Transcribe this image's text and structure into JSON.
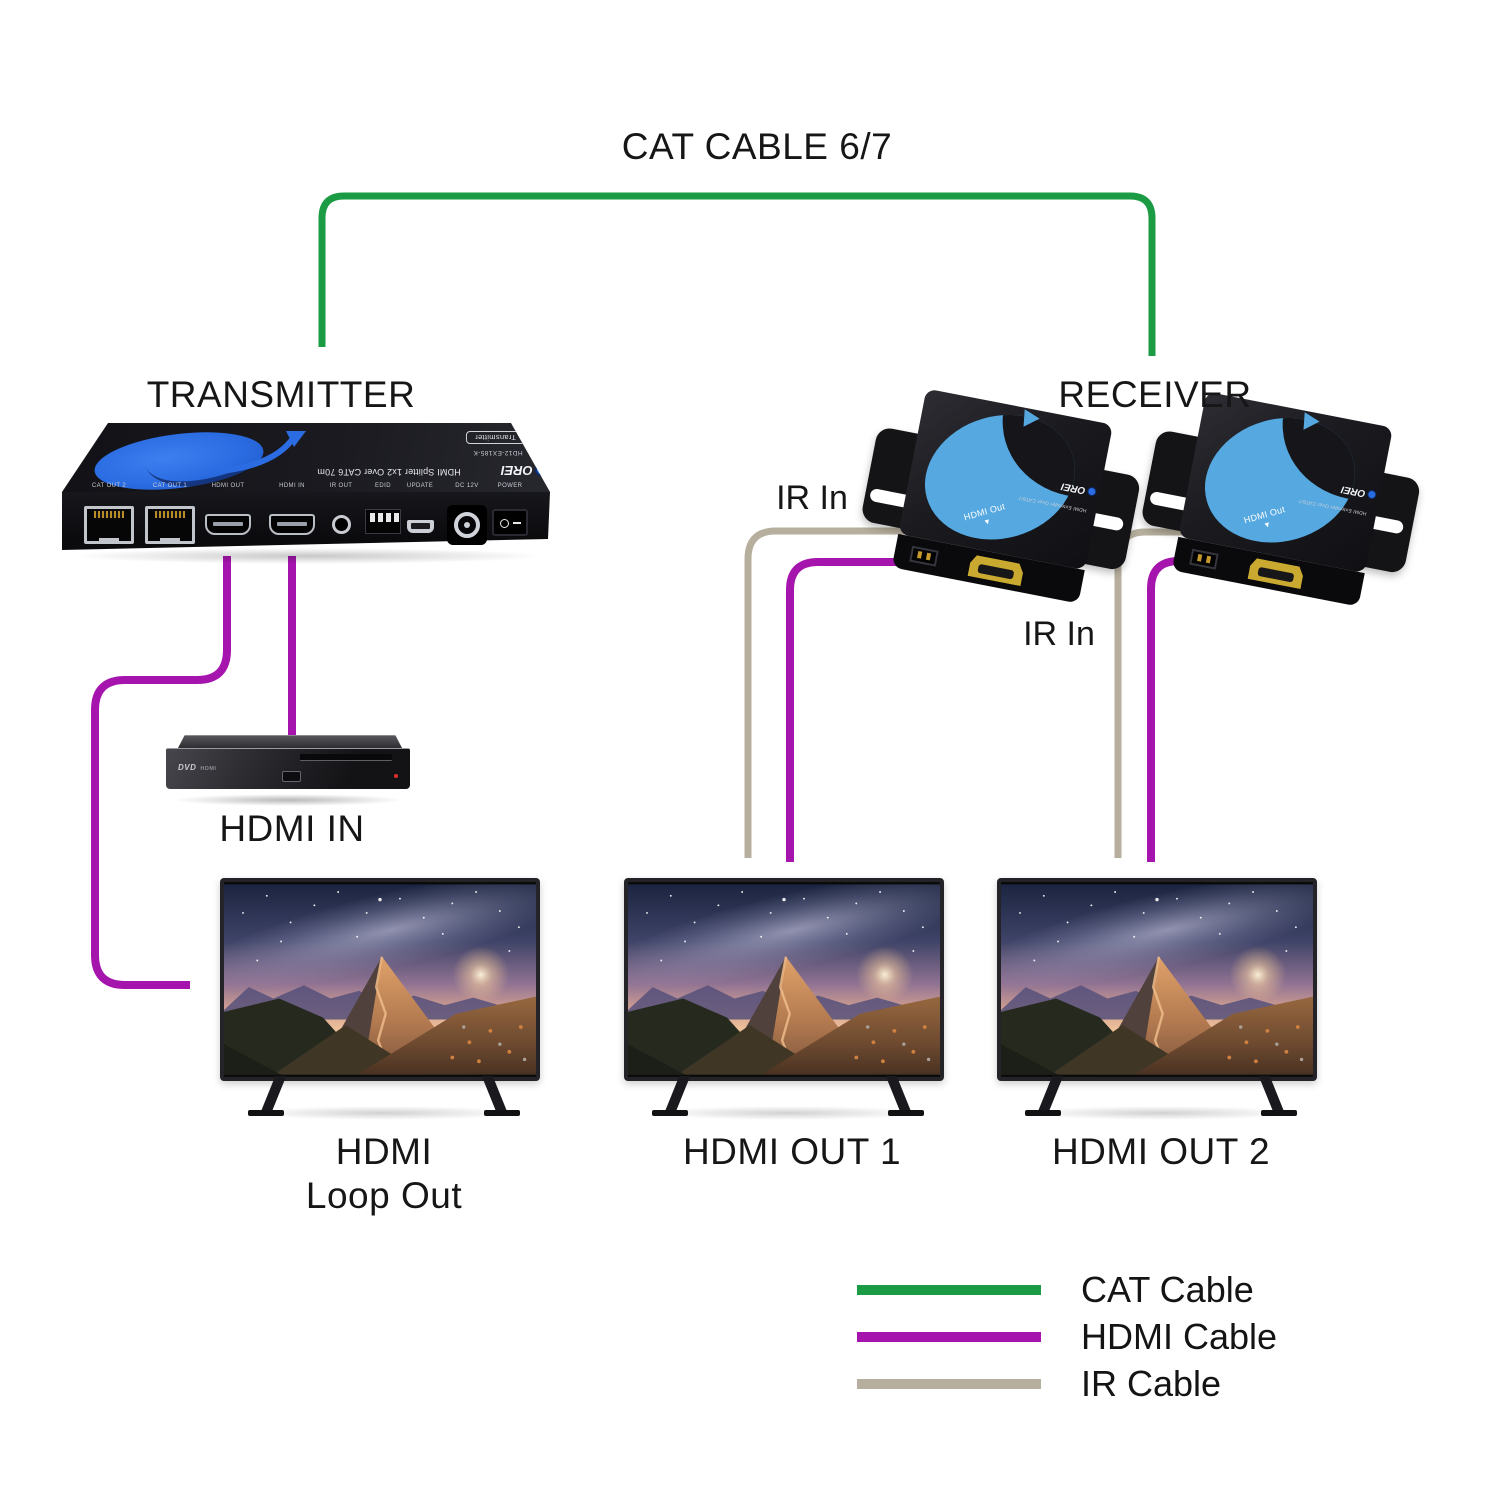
{
  "labels": {
    "cat_cable": "CAT CABLE 6/7",
    "transmitter": "TRANSMITTER",
    "receiver": "RECEIVER",
    "ir_in_left": "IR In",
    "ir_in_right": "IR In",
    "hdmi_in": "HDMI IN",
    "tv_loop_line1": "HDMI",
    "tv_loop_line2": "Loop Out",
    "tv_out1": "HDMI OUT 1",
    "tv_out2": "HDMI OUT 2"
  },
  "transmitter": {
    "brand": "OREI",
    "product_text": "HDMI Splitter 1x2 Over CAT6 70m",
    "model_text": "HD12-EX185-K",
    "badge": "Transmitter",
    "ports": [
      "CAT OUT 2",
      "CAT OUT 1",
      "HDMI OUT",
      "HDMI IN",
      "IR OUT",
      "EDID",
      "UPDATE",
      "DC 12V",
      "POWER"
    ]
  },
  "receiver": {
    "brand": "OREI",
    "hdmi_out": "HDMI Out",
    "side_text": "HDMI Extender Over CAT6/7"
  },
  "dvd": {
    "logo": "DVD",
    "sub": "HDMI"
  },
  "legend": {
    "items": [
      {
        "label": "CAT Cable",
        "color": "#1a9b44"
      },
      {
        "label": "HDMI Cable",
        "color": "#a515ad"
      },
      {
        "label": "IR Cable",
        "color": "#b7af9d"
      }
    ]
  },
  "cable_colors": {
    "cat": "#1a9b44",
    "hdmi": "#a515ad",
    "ir": "#b7af9d"
  }
}
